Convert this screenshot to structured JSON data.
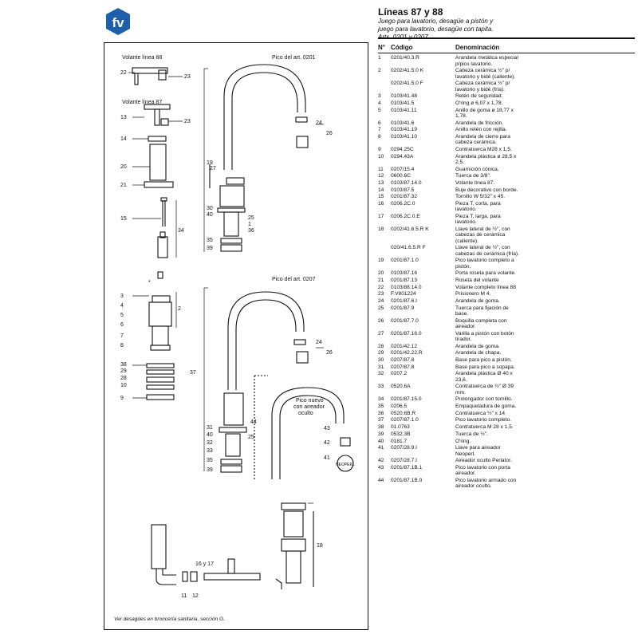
{
  "logo_text": "fv",
  "header": {
    "title": "Líneas 87 y 88",
    "subtitle_lines": [
      "Juego para lavatorio, desagüe a pistón y",
      "juego para lavatorio, desagüe con tapita.",
      "Arts. 0201 y 0207"
    ]
  },
  "table": {
    "col_num": "N°",
    "col_code": "Código",
    "col_name": "Denominación",
    "rows": [
      {
        "n": "1",
        "code": "0201/40.3.R",
        "name": "Arandela metálica especial p/pico lavatorio."
      },
      {
        "n": "2",
        "code": "0202/41.5.0 K",
        "name": "Cabeza cerámica ½\" p/ lavatorio y bidé (caliente)."
      },
      {
        "n": "",
        "code": "0202/41.5.0 F",
        "name": "Cabeza cerámica ½\" p/ lavatorio y bidé (fría)."
      },
      {
        "n": "3",
        "code": "0103/41.48",
        "name": "Retén de seguridad."
      },
      {
        "n": "4",
        "code": "0103/41.5",
        "name": "O'ring ø 6,07 x 1,78."
      },
      {
        "n": "5",
        "code": "0103/41.11",
        "name": "Anillo de goma ø 18,77 x 1,78."
      },
      {
        "n": "6",
        "code": "0103/41.6",
        "name": "Arandela de fricción."
      },
      {
        "n": "7",
        "code": "0103/41.19",
        "name": "Anillo retén con rejilla."
      },
      {
        "n": "8",
        "code": "0103/41.10",
        "name": "Arandela de cierre para cabeza cerámica."
      },
      {
        "n": "9",
        "code": "0294.25C",
        "name": "Contratuerca M28 x 1,5."
      },
      {
        "n": "10",
        "code": "0294.43A",
        "name": "Arandela plástica ø 28,5 x 2,5."
      },
      {
        "n": "11",
        "code": "0207/15.4",
        "name": "Guarnición cónica."
      },
      {
        "n": "12",
        "code": "0600.6C",
        "name": "Tuerca de 3/8\"."
      },
      {
        "n": "13",
        "code": "0103/87.14.0",
        "name": "Volante línea 87."
      },
      {
        "n": "14",
        "code": "0103/87.5",
        "name": "Buje decorativo con borde."
      },
      {
        "n": "15",
        "code": "0201/87.32",
        "name": "Tornillo W 5/32\" x 45."
      },
      {
        "n": "16",
        "code": "0206.2C.0",
        "name": "Pieza T, corta, para lavatorio."
      },
      {
        "n": "17",
        "code": "0206.2C.0.E",
        "name": "Pieza T, larga, para lavatorio."
      },
      {
        "n": "18",
        "code": "0202/41.6.5.R  K",
        "name": "Llave lateral de ½\", con cabezas de cerámica (caliente)."
      },
      {
        "n": "",
        "code": "020/41.6.5.R  F",
        "name": "Llave lateral de ½\", con cabezas de cerámica (fría)."
      },
      {
        "n": "19",
        "code": "0201/87.1.0",
        "name": "Pico lavatorio completo a pistón."
      },
      {
        "n": "20",
        "code": "0103/87.16",
        "name": "Porta roseta para volante."
      },
      {
        "n": "21",
        "code": "0201/87.13",
        "name": "Roseta del volante"
      },
      {
        "n": "22",
        "code": "0103/88.14.0",
        "name": "Volante completo línea 88"
      },
      {
        "n": "23",
        "code": "F.V801224",
        "name": "Prisionero M 4."
      },
      {
        "n": "24",
        "code": "0201/87.6.I",
        "name": "Arandela de goma."
      },
      {
        "n": "25",
        "code": "0201/87.9",
        "name": "Tuerca para fijación de base."
      },
      {
        "n": "26",
        "code": "0201/87.7.0",
        "name": "Boquilla completa con aireador."
      },
      {
        "n": "27",
        "code": "0201/87.16.0",
        "name": "Varilla a pistón con botón tirador."
      },
      {
        "n": "28",
        "code": "0201/42.12",
        "name": "Arandela de goma."
      },
      {
        "n": "29",
        "code": "0201/42.22.R",
        "name": "Arandela de chapa."
      },
      {
        "n": "30",
        "code": "0207/87.8",
        "name": "Base para pico a pistón."
      },
      {
        "n": "31",
        "code": "0207/87.8",
        "name": "Base para pico a sopapa."
      },
      {
        "n": "32",
        "code": "0207.2",
        "name": "Arandela plástica Ø 40 x 23,6."
      },
      {
        "n": "33",
        "code": "0520.6A",
        "name": "Contratuerca de ½\" Ø 39 mm."
      },
      {
        "n": "34",
        "code": "0201/87.15.0",
        "name": "Prolongador con tornillo."
      },
      {
        "n": "35",
        "code": "0206.5",
        "name": "Empaquetadura de goma."
      },
      {
        "n": "36",
        "code": "0520.6B.R",
        "name": "Contratuerca ½\" x 14"
      },
      {
        "n": "37",
        "code": "0207/87.1.0",
        "name": "Pico lavatorio completo."
      },
      {
        "n": "38",
        "code": "01.0763",
        "name": "Contratuerca M 28 x 1,5."
      },
      {
        "n": "39",
        "code": "0532.3B",
        "name": "Tuerca de ½\"."
      },
      {
        "n": "40",
        "code": "0181.7",
        "name": "O'ring."
      },
      {
        "n": "41",
        "code": "0207/28.9.I",
        "name": "Llave para aireador Neoperl."
      },
      {
        "n": "42",
        "code": "0207/28.7.I",
        "name": "Aireador oculto Perlator."
      },
      {
        "n": "43",
        "code": "0201/87.1B.1",
        "name": "Pico lavatorio con porta aireador."
      },
      {
        "n": "44",
        "code": "0201/87.1B.0",
        "name": "Pico lavatorio armado con aireador oculto."
      }
    ]
  },
  "diagram": {
    "label_volante_88": "Volante línea 88",
    "label_volante_87": "Volante línea 87",
    "label_pico_0201": "Pico del art. 0201",
    "label_pico_0207": "Pico del art. 0207",
    "label_pico_nuevo": [
      "Pico nuevo",
      "con aireador",
      "oculto"
    ],
    "label_16y17": "16 y 17",
    "neoperl": "NEOPERL",
    "callouts": [
      "22",
      "23",
      "13",
      "23",
      "14",
      "20",
      "21",
      "19",
      "27",
      "30",
      "40",
      "25",
      "1",
      "36",
      "35",
      "39",
      "24",
      "26",
      "15",
      "34",
      "*",
      "3",
      "4",
      "5",
      "6",
      "7",
      "8",
      "2",
      "38",
      "29",
      "28",
      "10",
      "9",
      "24",
      "26",
      "37",
      "31",
      "40",
      "32",
      "25",
      "33",
      "35",
      "39",
      "44",
      "43",
      "42",
      "41",
      "18",
      "11",
      "12"
    ]
  },
  "footer": "Ver desagües en broncería sanitaria, sección G."
}
